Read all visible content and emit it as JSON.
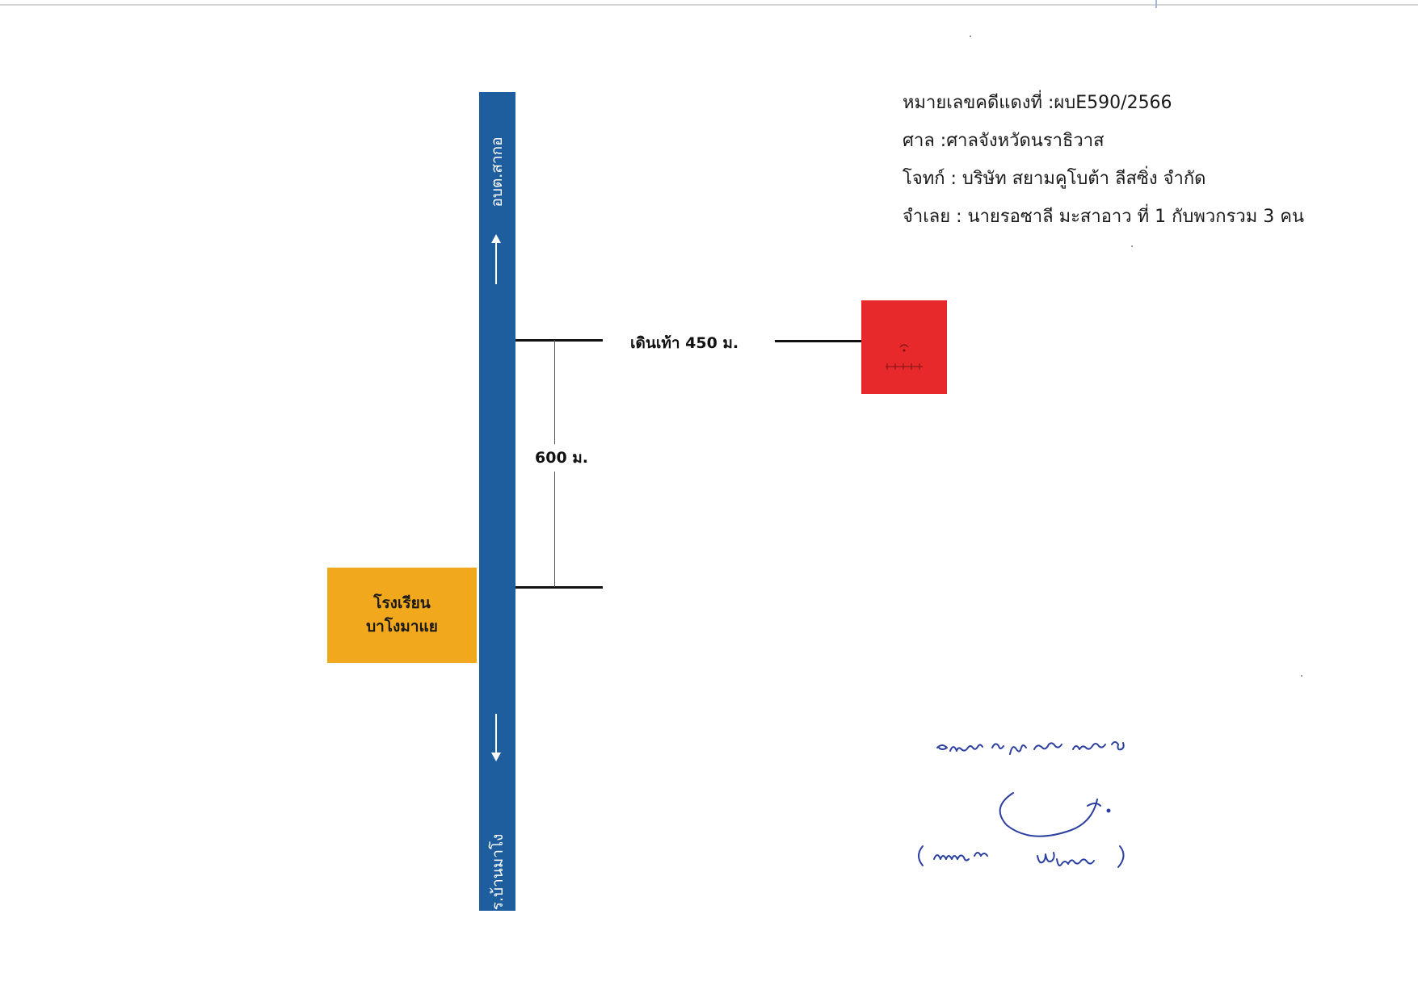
{
  "case_info": {
    "case_number": "หมายเลขคดีแดงที่ :ผบE590/2566",
    "court": "ศาล :ศาลจังหวัดนราธิวาส",
    "plaintiff": "โจทก์ : บริษัท สยามคูโบต้า ลีสซิ่ง จำกัด",
    "defendant": "จำเลย : นายรอซาลี มะสาอาว ที่ 1 กับพวกรวม 3 คน"
  },
  "map": {
    "road_label_top": "อบต.สากอ",
    "road_label_bottom": "รร.บ้านมาโง",
    "walk_distance": "เดินเท้า 450 ม.",
    "road_distance": "600 ม.",
    "school_label_line1": "โรงเรียน",
    "school_label_line2": "บาโงมาแย",
    "colors": {
      "road": "#1f5e9e",
      "school": "#f2a81d",
      "target_property": "#e8292b"
    }
  },
  "signature": {
    "image": "handwritten-certification-signature",
    "color": "#2a3fa0"
  }
}
